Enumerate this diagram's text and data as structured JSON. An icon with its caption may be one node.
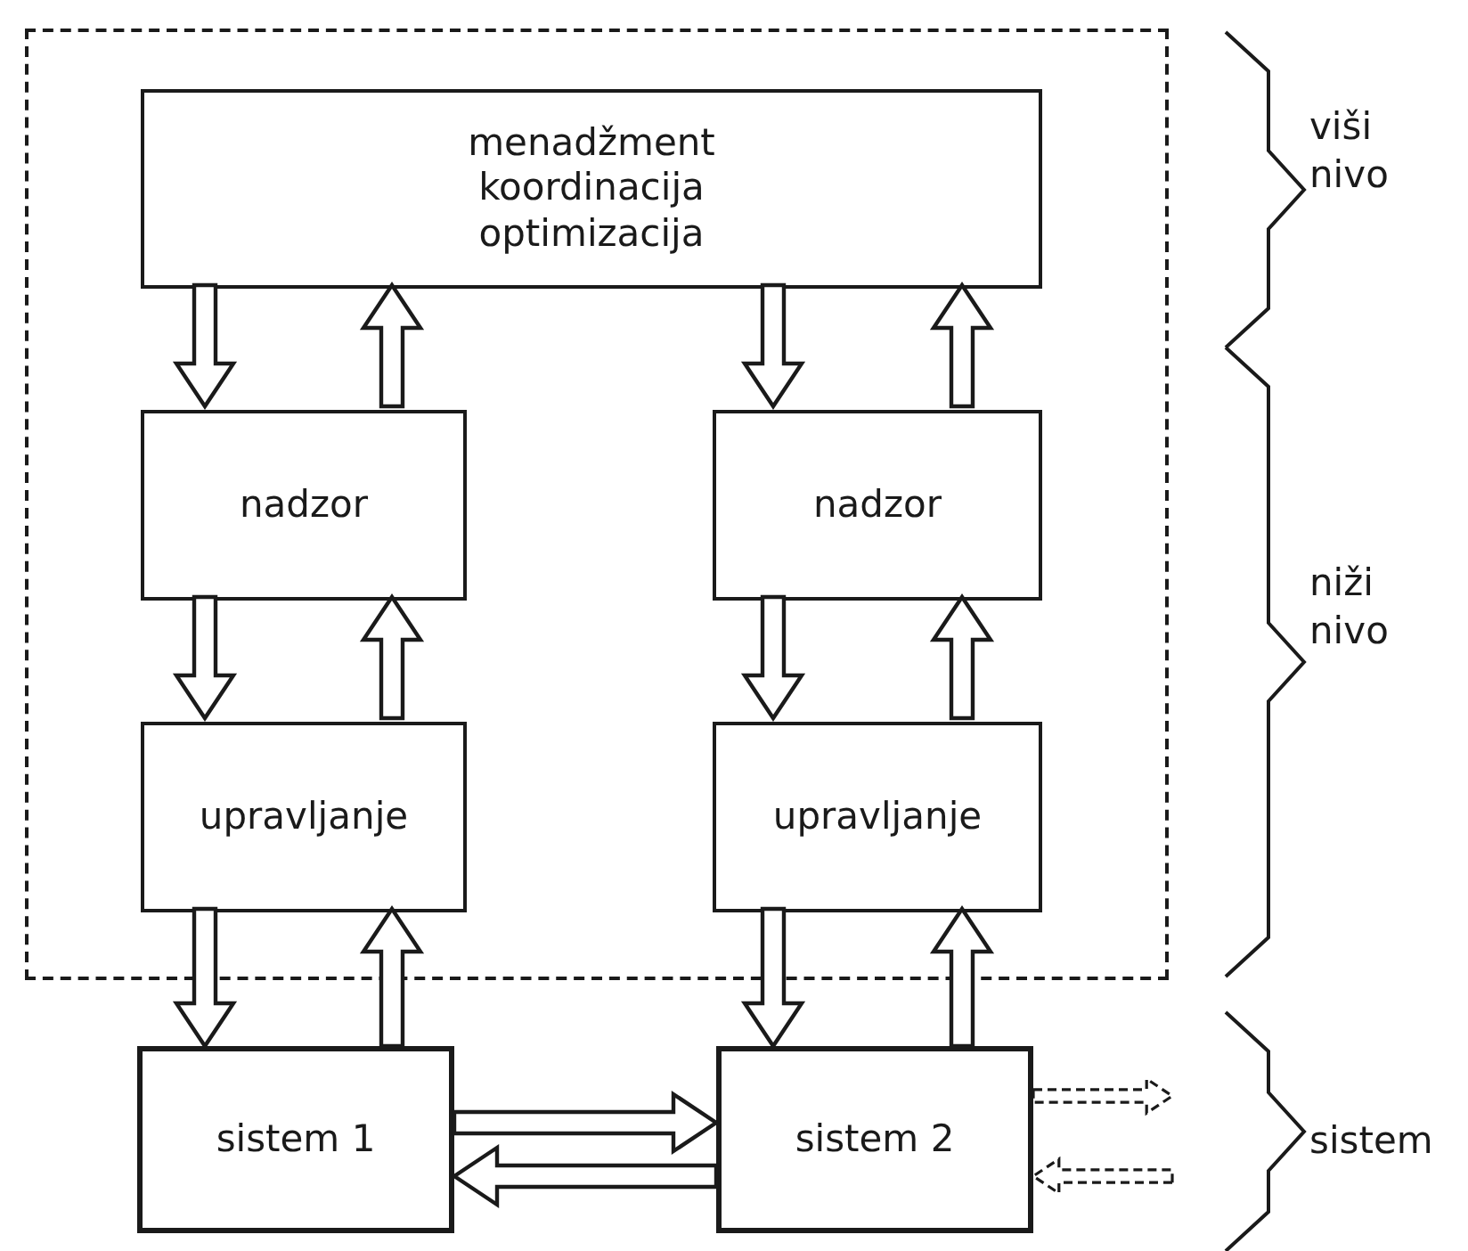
{
  "diagram": {
    "nodes": [
      {
        "text": [],
        "shape": "box"
      },
      {
        "text": [
          "menadžment koordinacija optimizacija"
        ],
        "in": 0
      },
      {
        "text": [
          "nadzor"
        ],
        "in": 0
      },
      {
        "text": [
          "nadzor"
        ],
        "in": 0
      },
      {
        "text": [
          "upravljanje"
        ],
        "in": 0
      },
      {
        "text": [
          "upravljanje"
        ],
        "in": 0
      },
      {
        "text": [
          "sistem 1"
        ]
      },
      {
        "text": [
          "sistem 2"
        ]
      }
    ],
    "edges": [
      {
        "from": 1,
        "to": 2,
        "arrow": "to"
      },
      {
        "from": 2,
        "to": 1,
        "arrow": "to"
      },
      {
        "from": 1,
        "to": 3,
        "arrow": "to"
      },
      {
        "from": 3,
        "to": 1,
        "arrow": "to"
      },
      {
        "from": 2,
        "to": 4,
        "arrow": "to"
      },
      {
        "from": 4,
        "to": 2,
        "arrow": "to"
      },
      {
        "from": 3,
        "to": 5,
        "arrow": "to"
      },
      {
        "from": 5,
        "to": 3,
        "arrow": "to"
      },
      {
        "from": 4,
        "to": 6,
        "arrow": "to"
      },
      {
        "from": 6,
        "to": 4,
        "arrow": "to"
      },
      {
        "from": 5,
        "to": 7,
        "arrow": "to"
      },
      {
        "from": 7,
        "to": 5,
        "arrow": "to"
      },
      {
        "from": 6,
        "to": 7,
        "arrow": "to"
      },
      {
        "from": 7,
        "to": 6,
        "arrow": "to"
      },
      {
        "from": 7,
        "to": null,
        "arrow": "to",
        "style": "dashed"
      },
      {
        "from": null,
        "to": 7,
        "arrow": "to",
        "style": "dashed"
      }
    ],
    "labels": [
      "viši nivo",
      "niži nivo",
      "sistem"
    ]
  }
}
